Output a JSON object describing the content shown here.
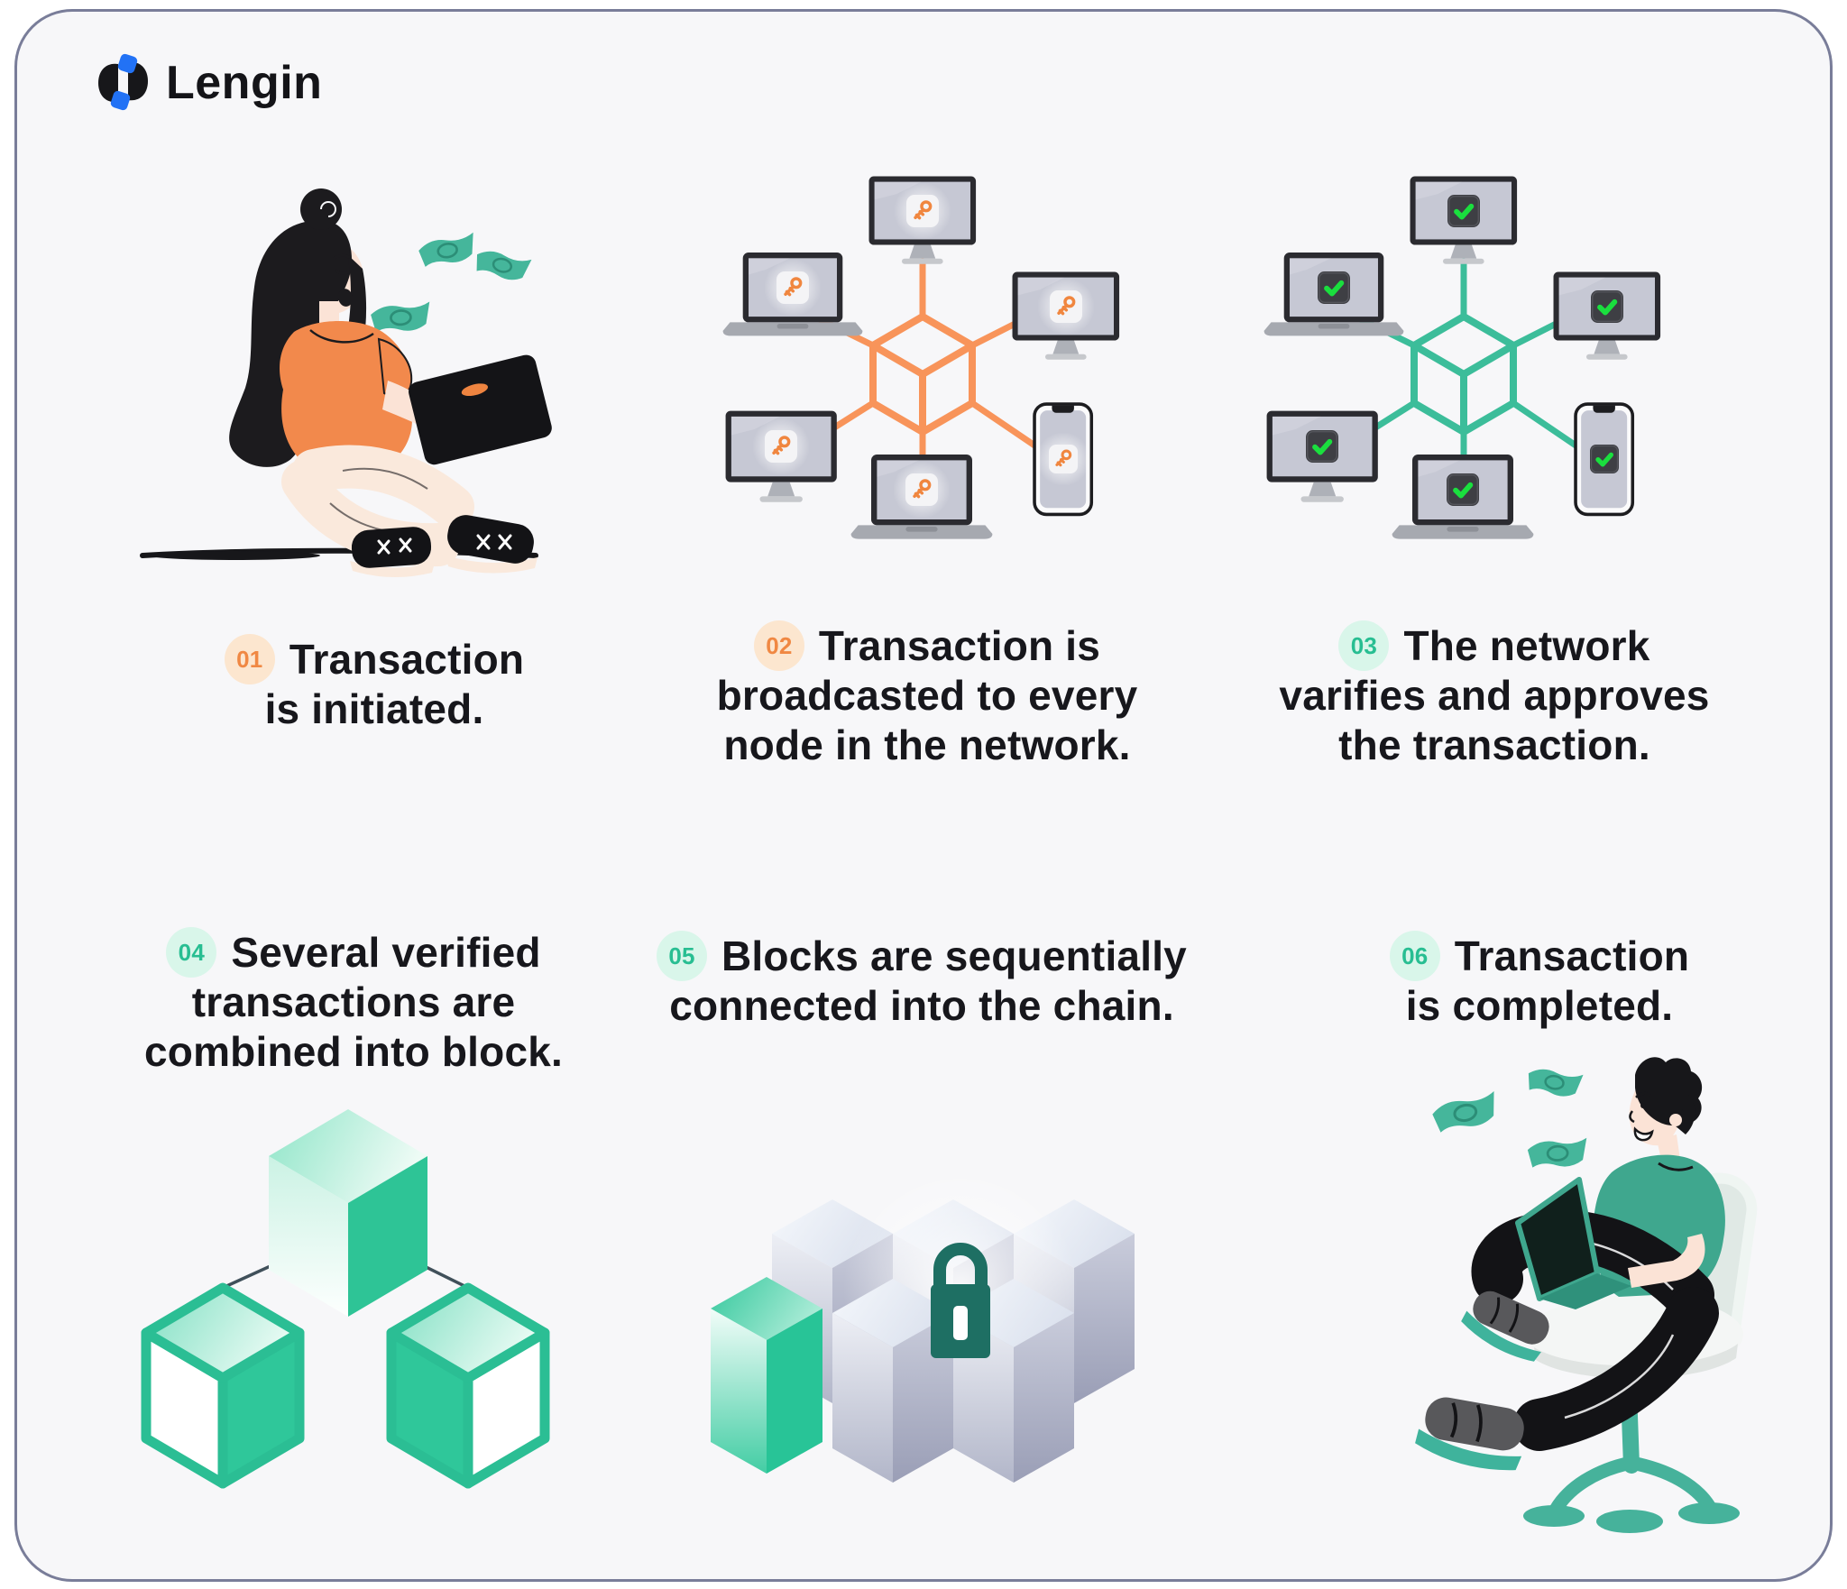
{
  "brand": {
    "name": "Lengin"
  },
  "steps": [
    {
      "number": "01",
      "accent": "orange",
      "lines": [
        "Transaction",
        "is initiated."
      ]
    },
    {
      "number": "02",
      "accent": "orange",
      "lines": [
        "Transaction is",
        "broadcasted to every",
        "node in the network."
      ]
    },
    {
      "number": "03",
      "accent": "green",
      "lines": [
        "The network",
        "varifies and approves",
        "the transaction."
      ]
    },
    {
      "number": "04",
      "accent": "green",
      "lines": [
        "Several verified",
        "transactions are",
        "combined into block."
      ]
    },
    {
      "number": "05",
      "accent": "green",
      "lines": [
        "Blocks are sequentially",
        "connected into the chain."
      ]
    },
    {
      "number": "06",
      "accent": "green",
      "lines": [
        "Transaction",
        "is completed."
      ]
    }
  ],
  "icons": {
    "logo": "lengin-mark",
    "step2_screen_icon": "key-icon",
    "step3_screen_icon": "check-icon",
    "step5_center_icon": "lock-icon"
  },
  "colors": {
    "card_background": "#F7F7F9",
    "card_border": "#797D99",
    "text": "#17171C",
    "orange_accent": "#F08843",
    "orange_badge_background": "#FCE6CF",
    "orange_network_lines": "#F8945A",
    "green_accent": "#28BE92",
    "green_badge_background": "#D9F6EA",
    "green_network_lines": "#3CBD9A",
    "check_green": "#1ADF3E",
    "cube_green": "#2EC496",
    "lock_teal": "#1E6F63",
    "money_teal": "#45B69B",
    "device_screen": "#C6C8D4",
    "device_frame": "#2B2B30",
    "logo_blue": "#2272F5"
  }
}
